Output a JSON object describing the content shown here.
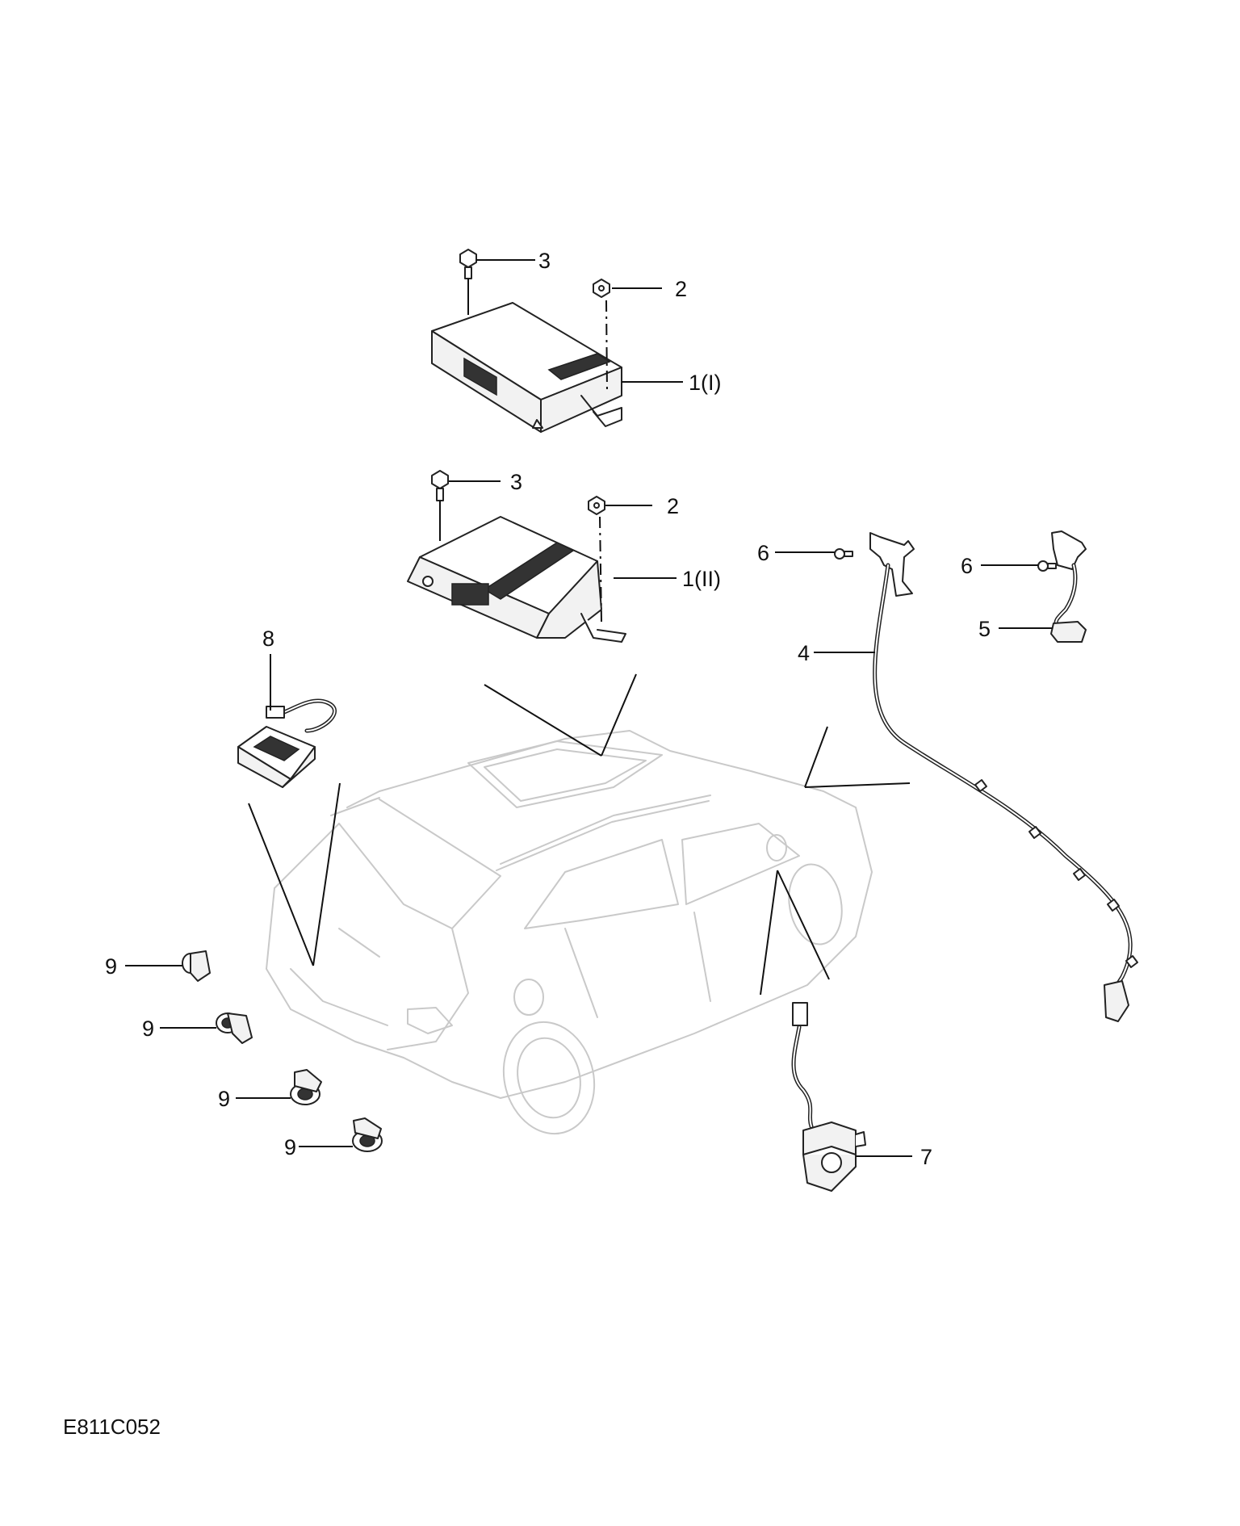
{
  "figure_code": "E811C052",
  "callouts": {
    "c3_top": "3",
    "c2_top": "2",
    "c1_i": "1(I)",
    "c3_mid": "3",
    "c2_mid": "2",
    "c1_ii": "1(II)",
    "c6_left": "6",
    "c6_right": "6",
    "c5": "5",
    "c4": "4",
    "c8": "8",
    "c9_a": "9",
    "c9_b": "9",
    "c9_c": "9",
    "c9_d": "9",
    "c7": "7"
  }
}
